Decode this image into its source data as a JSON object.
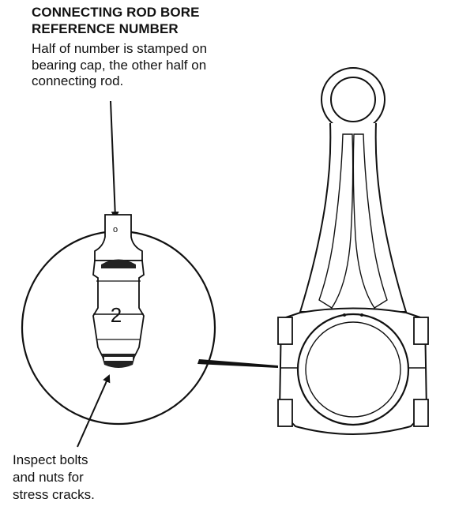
{
  "callout_top": {
    "title_lines": [
      "CONNECTING ROD BORE",
      "REFERENCE NUMBER"
    ],
    "body_lines": [
      "Half of number is stamped on",
      "bearing cap, the other half on",
      "connecting rod."
    ]
  },
  "detail_view": {
    "stamped_number": "2"
  },
  "callout_bottom": {
    "lines": [
      "Inspect bolts",
      "and nuts for",
      "stress cracks."
    ]
  }
}
